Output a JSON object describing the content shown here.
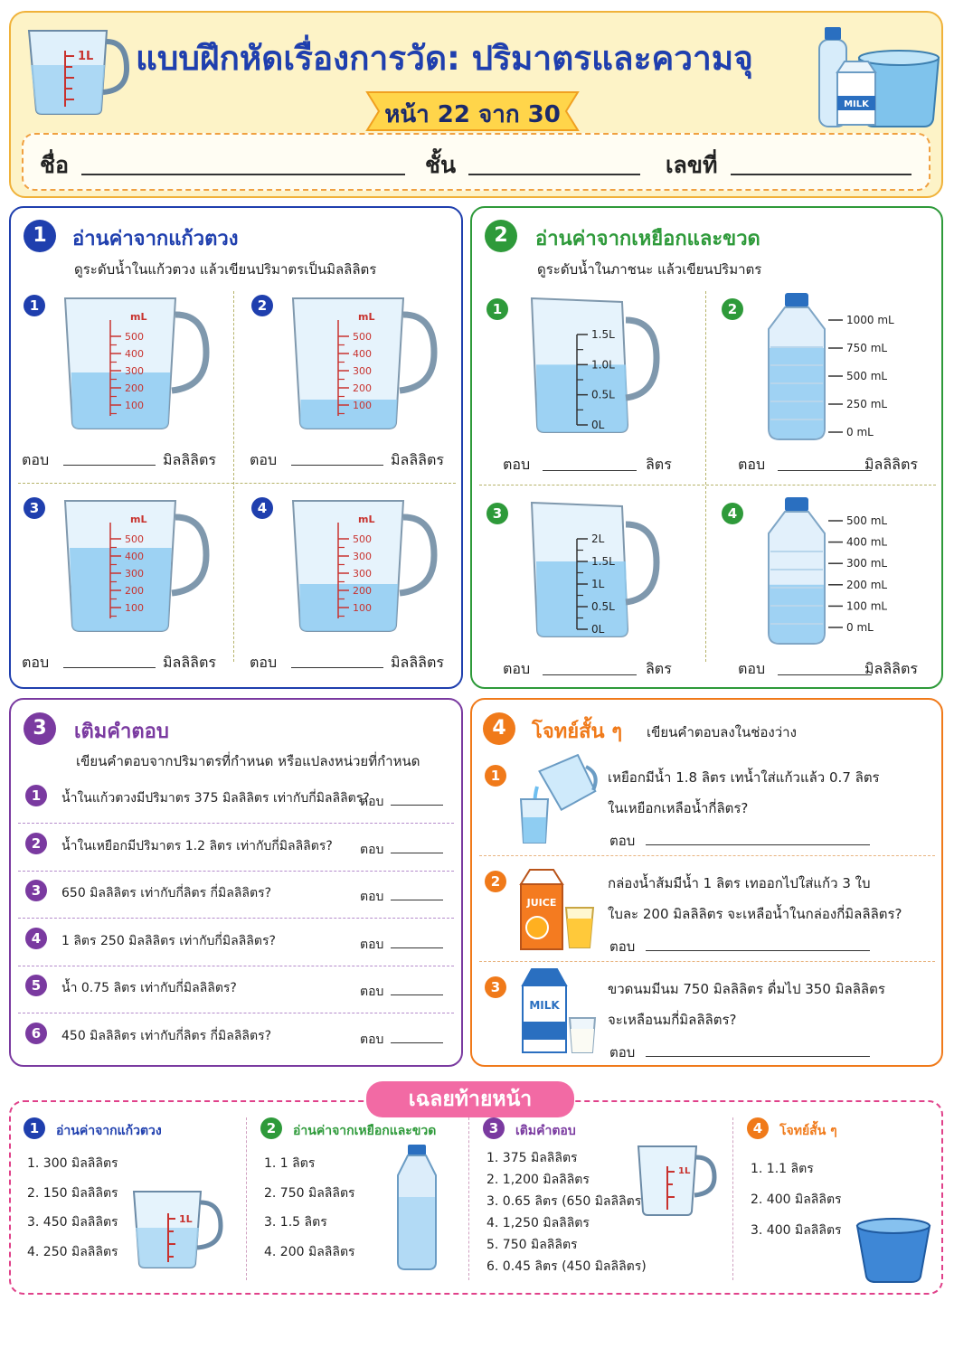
{
  "header": {
    "title": "แบบฝึกหัดเรื่องการวัด: ปริมาตรและความจุ",
    "page": "หน้า 22 จาก 30",
    "name_label": "ชื่อ",
    "class_label": "ชั้น",
    "number_label": "เลขที่",
    "cup_label": "1L",
    "milk_label": "MILK"
  },
  "colors": {
    "blue": "#1f3fae",
    "green": "#2e9a3a",
    "purple": "#7a3aa0",
    "orange": "#f07a1a",
    "pink": "#e0418a"
  },
  "sec1": {
    "num": "1",
    "title": "อ่านค่าจากแก้วตวง",
    "subtitle": "ดูระดับน้ำในแก้วตวง แล้วเขียนปริมาตรเป็นมิลลิลิตร",
    "answer_label": "ตอบ",
    "unit": "มิลลิลิตร",
    "scale_unit": "mL",
    "items": [
      {
        "num": "1",
        "ticks": [
          "500",
          "400",
          "300",
          "200",
          "100"
        ],
        "level": 300
      },
      {
        "num": "2",
        "ticks": [
          "500",
          "400",
          "300",
          "200",
          "100"
        ],
        "level": 150
      },
      {
        "num": "3",
        "ticks": [
          "500",
          "400",
          "300",
          "200",
          "100"
        ],
        "level": 450
      },
      {
        "num": "4",
        "ticks": [
          "500",
          "300",
          "300",
          "200",
          "100"
        ],
        "level": 250
      }
    ]
  },
  "sec2": {
    "num": "2",
    "title": "อ่านค่าจากเหยือกและขวด",
    "subtitle": "ดูระดับน้ำในภาชนะ แล้วเขียนปริมาตร",
    "answer_label": "ตอบ",
    "items": [
      {
        "num": "1",
        "ticks": [
          "1.5L",
          "1.0L",
          "0.5L",
          "0L"
        ],
        "unit": "ลิตร",
        "level": 1.0
      },
      {
        "num": "2",
        "ticks": [
          "1000 mL",
          "750 mL",
          "500 mL",
          "250 mL",
          "0 mL"
        ],
        "unit": "มิลลิลิตร",
        "level": 750
      },
      {
        "num": "3",
        "ticks": [
          "2L",
          "1.5L",
          "1L",
          "0.5L",
          "0L"
        ],
        "unit": "ลิตร",
        "level": 1.5
      },
      {
        "num": "4",
        "ticks": [
          "500 mL",
          "400 mL",
          "300 mL",
          "200 mL",
          "100 mL",
          "0 mL"
        ],
        "unit": "มิลลิลิตร",
        "level": 200
      }
    ]
  },
  "sec3": {
    "num": "3",
    "title": "เติมคำตอบ",
    "subtitle": "เขียนคำตอบจากปริมาตรที่กำหนด หรือแปลงหน่วยที่กำหนด",
    "answer_label": "ตอบ",
    "items": [
      {
        "num": "1",
        "text": "น้ำในแก้วตวงมีปริมาตร 375 มิลลิลิตร เท่ากับกี่มิลลิลิตร?"
      },
      {
        "num": "2",
        "text": "น้ำในเหยือกมีปริมาตร 1.2 ลิตร เท่ากับกี่มิลลิลิตร?"
      },
      {
        "num": "3",
        "text": "650 มิลลิลิตร เท่ากับกี่ลิตร กี่มิลลิลิตร?"
      },
      {
        "num": "4",
        "text": "1 ลิตร 250 มิลลิลิตร เท่ากับกี่มิลลิลิตร?"
      },
      {
        "num": "5",
        "text": "น้ำ 0.75 ลิตร เท่ากับกี่มิลลิลิตร?"
      },
      {
        "num": "6",
        "text": "450 มิลลิลิตร เท่ากับกี่ลิตร กี่มิลลิลิตร?"
      }
    ]
  },
  "sec4": {
    "num": "4",
    "title": "โจทย์สั้น ๆ",
    "hint": "เขียนคำตอบลงในช่องว่าง",
    "answer_label": "ตอบ",
    "juice_label": "JUICE",
    "milk_label": "MILK",
    "items": [
      {
        "num": "1",
        "line1": "เหยือกมีน้ำ 1.8 ลิตร เทน้ำใส่แก้วแล้ว 0.7 ลิตร",
        "line2": "ในเหยือกเหลือน้ำกี่ลิตร?"
      },
      {
        "num": "2",
        "line1": "กล่องน้ำส้มมีน้ำ 1 ลิตร เทออกไปใส่แก้ว 3 ใบ",
        "line2": "ใบละ 200 มิลลิลิตร จะเหลือน้ำในกล่องกี่มิลลิลิตร?"
      },
      {
        "num": "3",
        "line1": "ขวดนมมีนม 750 มิลลิลิตร ดื่มไป 350 มิลลิลิตร",
        "line2": "จะเหลือนมกี่มิลลิลิตร?"
      }
    ]
  },
  "key": {
    "title": "เฉลยท้ายหน้า",
    "cup_label": "1L",
    "groups": [
      {
        "num": "1",
        "title": "อ่านค่าจากแก้วตวง",
        "items": [
          "1.  300 มิลลิลิตร",
          "2.  150 มิลลิลิตร",
          "3.  450 มิลลิลิตร",
          "4.  250 มิลลิลิตร"
        ]
      },
      {
        "num": "2",
        "title": "อ่านค่าจากเหยือกและขวด",
        "items": [
          "1.  1 ลิตร",
          "2.  750 มิลลิลิตร",
          "3.  1.5 ลิตร",
          "4.  200 มิลลิลิตร"
        ]
      },
      {
        "num": "3",
        "title": "เติมคำตอบ",
        "items": [
          "1.  375 มิลลิลิตร",
          "2.  1,200 มิลลิลิตร",
          "3.  0.65 ลิตร (650 มิลลิลิตร)",
          "4.  1,250 มิลลิลิตร",
          "5.  750 มิลลิลิตร",
          "6.  0.45 ลิตร (450 มิลลิลิตร)"
        ]
      },
      {
        "num": "4",
        "title": "โจทย์สั้น ๆ",
        "items": [
          "1.  1.1 ลิตร",
          "2.  400 มิลลิลิตร",
          "3.  400 มิลลิลิตร"
        ]
      }
    ]
  }
}
